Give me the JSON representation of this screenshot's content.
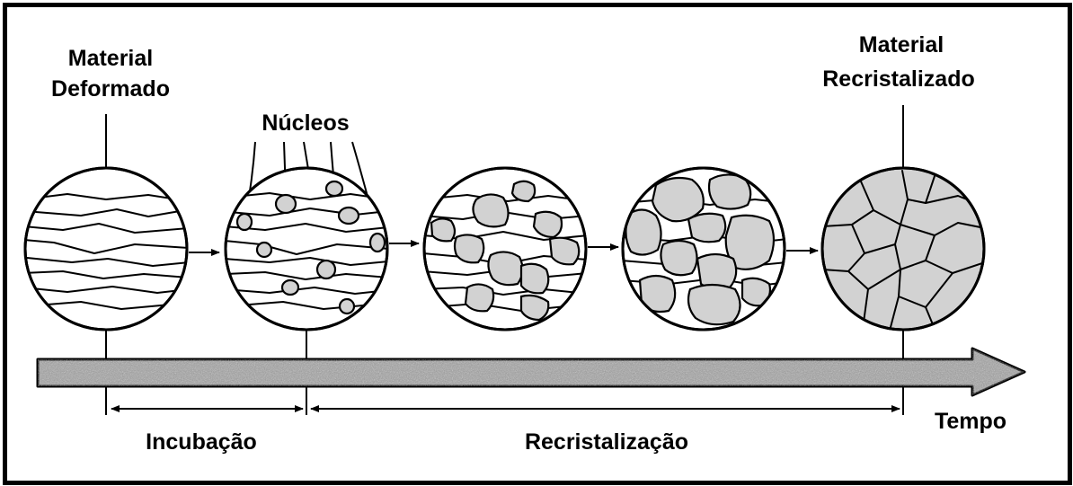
{
  "labels": {
    "deformed_line1": "Material",
    "deformed_line2": "Deformado",
    "nuclei": "Núcleos",
    "recrystallized_line1": "Material",
    "recrystallized_line2": "Recristalizado",
    "time": "Tempo",
    "incubation": "Incubação",
    "recrystallization": "Recristalização"
  },
  "colors": {
    "grain_fill": "#d2d2d2",
    "timeline_fill": "#9a9a9a",
    "ink": "#000000"
  },
  "stages": [
    {
      "id": "deformed",
      "recrystallized_fraction": 0
    },
    {
      "id": "nucleation",
      "recrystallized_fraction": 0.05
    },
    {
      "id": "growth-early",
      "recrystallized_fraction": 0.35
    },
    {
      "id": "growth-late",
      "recrystallized_fraction": 0.8
    },
    {
      "id": "recrystallized",
      "recrystallized_fraction": 1
    }
  ]
}
